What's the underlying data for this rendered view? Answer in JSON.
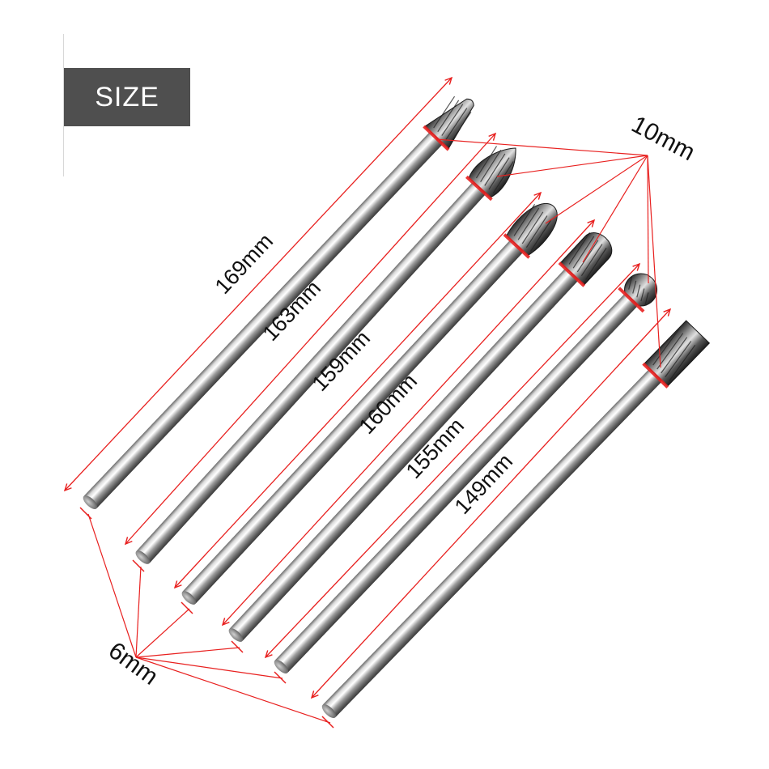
{
  "badge": {
    "text": "SIZE"
  },
  "diameters": {
    "head": "10mm",
    "shank": "6mm"
  },
  "lengths": [
    "169mm",
    "163mm",
    "159mm",
    "160mm",
    "155mm",
    "149mm"
  ],
  "colors": {
    "accent": "#e8201f",
    "badge_bg": "#4f4f4f",
    "badge_text": "#ffffff"
  }
}
